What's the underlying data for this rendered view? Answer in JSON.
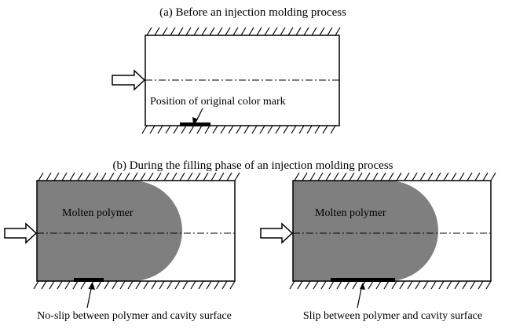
{
  "panel_a": {
    "caption": "(a) Before an injection molding process",
    "mark_label": "Position of original color mark"
  },
  "panel_b": {
    "caption": "(b) During the filling phase of an injection molding process",
    "left": {
      "fluid_label": "Molten polymer",
      "bottom_label": "No-slip between polymer and cavity surface"
    },
    "right": {
      "fluid_label": "Molten polymer",
      "bottom_label": "Slip between polymer and cavity surface"
    }
  },
  "colors": {
    "polymer_fill": "#7f7f7f",
    "line": "#000000",
    "background": "#ffffff"
  }
}
